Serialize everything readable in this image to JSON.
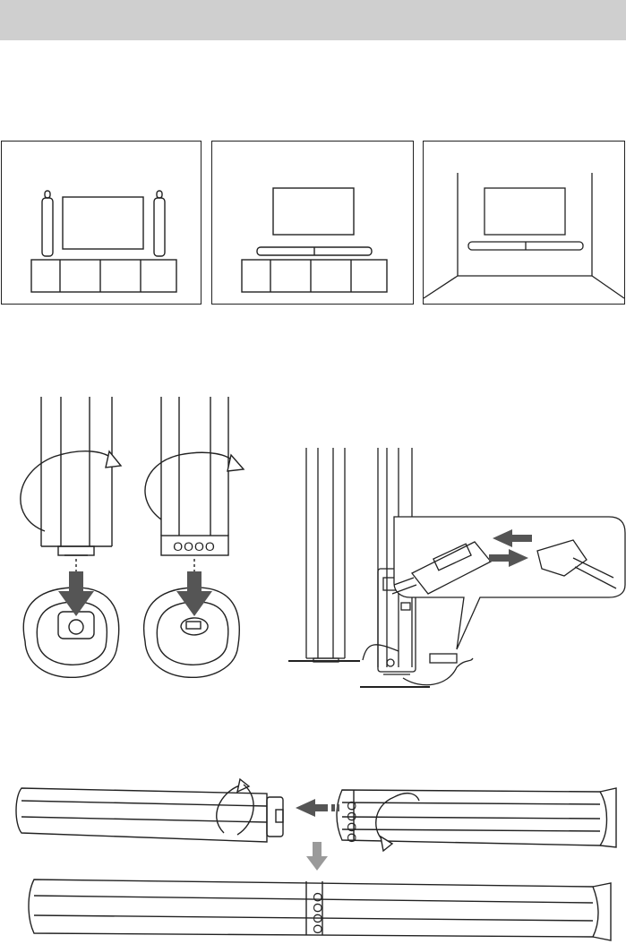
{
  "header": {
    "background": "#cfcfcf"
  },
  "setup_options": [
    {
      "name": "tower-speakers-on-cabinet"
    },
    {
      "name": "soundbar-on-cabinet"
    },
    {
      "name": "soundbar-wall-mounted"
    }
  ],
  "tower_assembly": {
    "grille_label": "OOOO"
  },
  "soundbar_assembly": {
    "grille_label": "OOOO"
  },
  "colors": {
    "line": "#222222",
    "arrow": "#555555",
    "arrow_light": "#9a9a9a"
  }
}
